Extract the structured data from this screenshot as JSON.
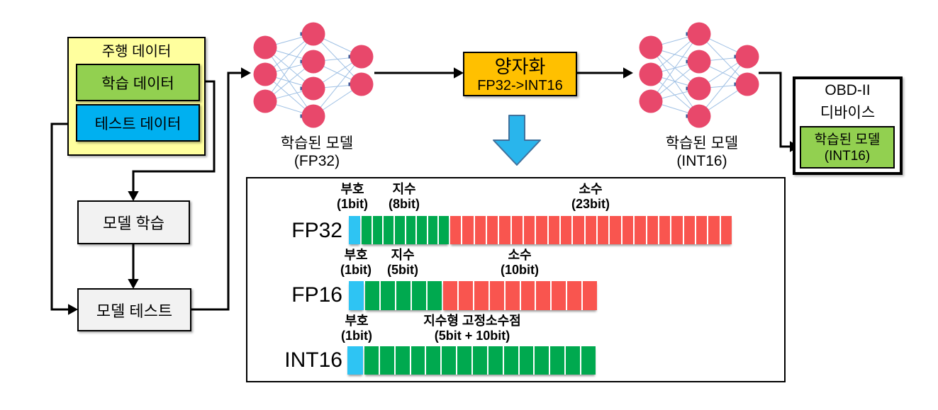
{
  "flowchart": {
    "driving_data": "주행 데이터",
    "training_data": "학습 데이터",
    "test_data": "테스트 데이터",
    "model_train": "모델 학습",
    "model_test": "모델 테스트"
  },
  "pipeline": {
    "trained_model_fp32": {
      "line1": "학습된 모델",
      "line2": "(FP32)"
    },
    "quantization": {
      "line1": "양자화",
      "line2": "FP32->INT16"
    },
    "trained_model_int16": {
      "line1": "학습된 모델",
      "line2": "(INT16)"
    },
    "obd_device": {
      "line1": "OBD-II",
      "line2": "디바이스"
    },
    "obd_model": {
      "line1": "학습된 모델",
      "line2": "(INT16)"
    }
  },
  "bit_layout": {
    "rows": [
      {
        "name": "FP32",
        "fields": [
          {
            "label": "부호",
            "bits": "(1bit)",
            "color": "sign",
            "cells": 1
          },
          {
            "label": "지수",
            "bits": "(8bit)",
            "color": "exponent",
            "cells": 8
          },
          {
            "label": "소수",
            "bits": "(23bit)",
            "color": "mantissa",
            "cells": 23
          }
        ]
      },
      {
        "name": "FP16",
        "fields": [
          {
            "label": "부호",
            "bits": "(1bit)",
            "color": "sign",
            "cells": 1
          },
          {
            "label": "지수",
            "bits": "(5bit)",
            "color": "exponent",
            "cells": 5
          },
          {
            "label": "소수",
            "bits": "(10bit)",
            "color": "mantissa",
            "cells": 10
          }
        ]
      },
      {
        "name": "INT16",
        "fields": [
          {
            "label": "부호",
            "bits": "(1bit)",
            "color": "sign",
            "cells": 1
          },
          {
            "label": "지수형 고정소수점",
            "bits": "(5bit + 10bit)",
            "color": "exponent",
            "cells": 15
          }
        ]
      }
    ]
  },
  "colors": {
    "container_yellow": "#FFFF9E",
    "data_green": "#92D050",
    "data_blue": "#00B0F0",
    "process_gray": "#F2F2F2",
    "quant_orange": "#FFC000",
    "node_pink": "#E8486B",
    "link_blue": "#9FC0E4",
    "link_dot_blue": "#2E5B9C",
    "sign": "#2EC4F3",
    "exponent": "#00A94F",
    "mantissa": "#F9554F",
    "big_arrow_blue": "#29B5EC",
    "big_arrow_outline": "#41719C"
  }
}
